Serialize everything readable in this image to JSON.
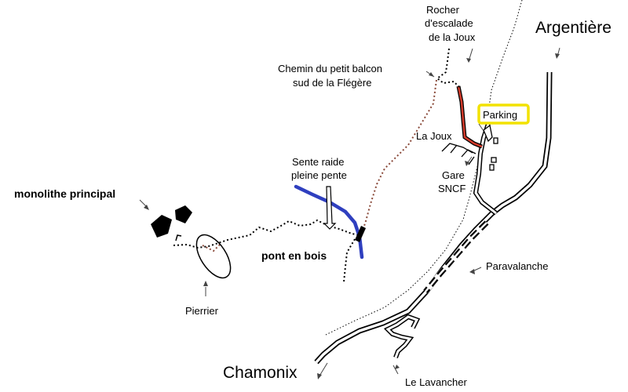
{
  "map": {
    "labels": {
      "argentiere": "Argentière",
      "rocher": [
        "Rocher",
        "d'escalade",
        "de la Joux"
      ],
      "chemin": [
        "Chemin du petit balcon",
        "sud de la Flégère"
      ],
      "parking": "Parking",
      "la_joux": "La Joux",
      "gare": [
        "Gare",
        "SNCF"
      ],
      "sente": [
        "Sente raide",
        "pleine pente"
      ],
      "monolithe": "monolithe principal",
      "pont": "pont en bois",
      "paravalanche": "Paravalanche",
      "pierrier": "Pierrier",
      "chamonix": "Chamonix",
      "lavancher": "Le Lavancher"
    },
    "colors": {
      "ink": "#000000",
      "route_red": "#d23a2a",
      "trail_brown": "#8a4a3a",
      "sente_blue": "#2f3fbf",
      "parking_highlight": "#f2e200"
    }
  }
}
